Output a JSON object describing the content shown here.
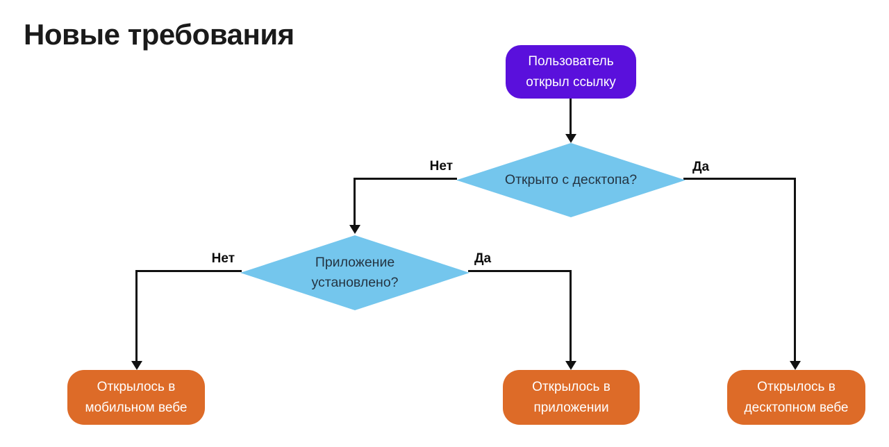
{
  "title": "Новые требования",
  "palette": {
    "start_node": "#5a10dc",
    "decision_node": "#74c6ed",
    "outcome_node": "#dd6b28",
    "connector": "#111111",
    "node_text": "#ffffff",
    "decision_text": "#243442",
    "title_text": "#1a1a1a"
  },
  "nodes": {
    "start": {
      "label": "Пользователь открыл ссылку"
    },
    "decision_desktop": {
      "label": "Открыто с десктопа?"
    },
    "decision_app_installed": {
      "label": "Приложение установлено?"
    },
    "outcome_mobile_web": {
      "label": "Открылось в мобильном вебе"
    },
    "outcome_app": {
      "label": "Открылось в приложении"
    },
    "outcome_desktop_web": {
      "label": "Открылось в десктопном вебе"
    }
  },
  "edge_labels": {
    "decision_desktop_no": "Нет",
    "decision_desktop_yes": "Да",
    "decision_app_no": "Нет",
    "decision_app_yes": "Да"
  }
}
